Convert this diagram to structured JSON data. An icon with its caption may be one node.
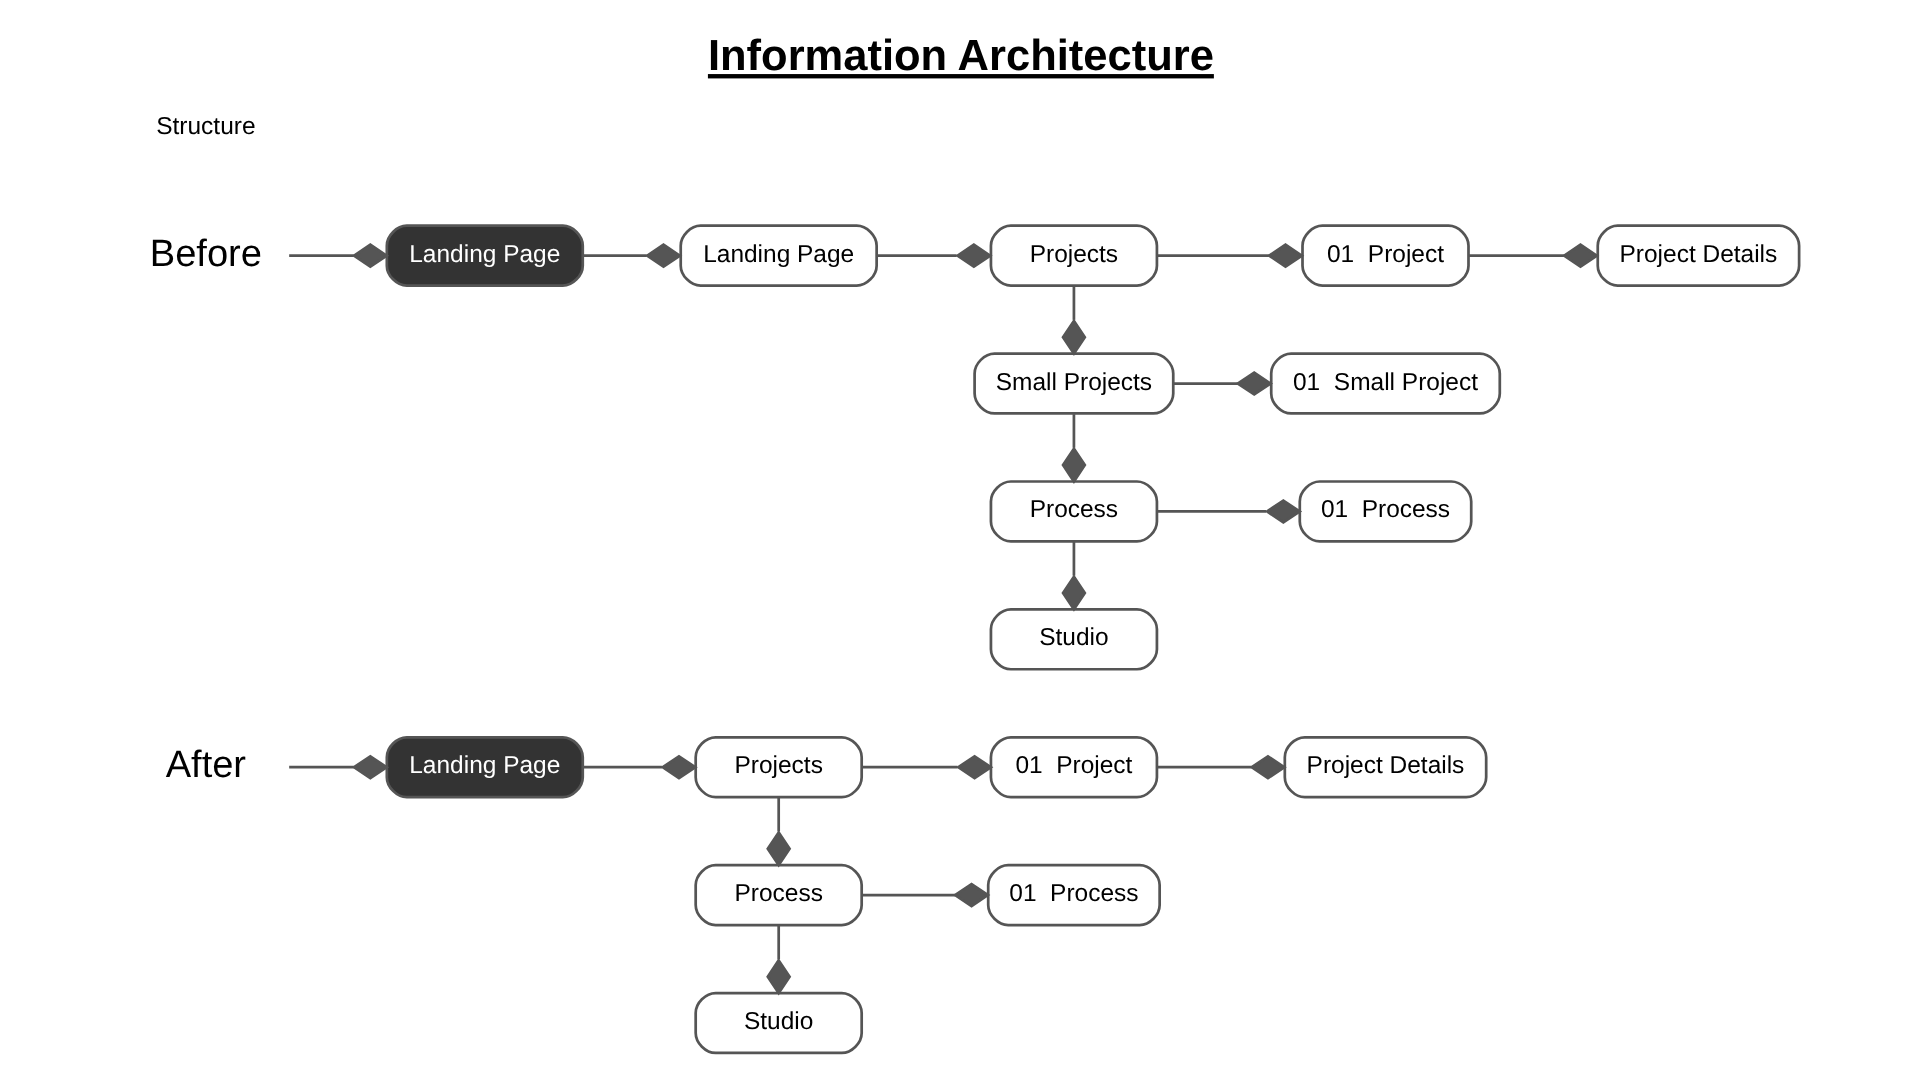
{
  "diagram": {
    "title": "Information Architecture",
    "nodes": [
      {
        "text": [
          "Before"
        ]
      },
      {
        "text": [
          "Landing Page"
        ]
      },
      {
        "text": [
          "Landing Page"
        ]
      },
      {
        "text": [
          "Projects"
        ]
      },
      {
        "text": [
          "01  Project"
        ]
      },
      {
        "text": [
          "Project Details"
        ]
      },
      {
        "text": [
          "Small Projects"
        ]
      },
      {
        "text": [
          "01  Small Project"
        ]
      },
      {
        "text": [
          "Process"
        ]
      },
      {
        "text": [
          "01  Process"
        ]
      },
      {
        "text": [
          "Studio"
        ]
      },
      {
        "text": [
          "After"
        ]
      },
      {
        "text": [
          "Landing Page"
        ]
      },
      {
        "text": [
          "Projects"
        ]
      },
      {
        "text": [
          "01  Project"
        ]
      },
      {
        "text": [
          "Project Details"
        ]
      },
      {
        "text": [
          "Process"
        ]
      },
      {
        "text": [
          "01  Process"
        ]
      },
      {
        "text": [
          "Studio"
        ]
      }
    ],
    "edges": [
      {
        "from": 0,
        "to": 1,
        "arrow": "other"
      },
      {
        "from": 1,
        "to": 2,
        "arrow": "other"
      },
      {
        "from": 2,
        "to": 3,
        "arrow": "other"
      },
      {
        "from": 3,
        "to": 4,
        "arrow": "other"
      },
      {
        "from": 4,
        "to": 5,
        "arrow": "other"
      },
      {
        "from": 3,
        "to": 6,
        "arrow": "other"
      },
      {
        "from": 6,
        "to": 7,
        "arrow": "other"
      },
      {
        "from": 6,
        "to": 8,
        "arrow": "other"
      },
      {
        "from": 8,
        "to": 9,
        "arrow": "other"
      },
      {
        "from": 8,
        "to": 10,
        "arrow": "other"
      },
      {
        "from": 11,
        "to": 12,
        "arrow": "other"
      },
      {
        "from": 12,
        "to": 13,
        "arrow": "other"
      },
      {
        "from": 13,
        "to": 14,
        "arrow": "other"
      },
      {
        "from": 14,
        "to": 15,
        "arrow": "other"
      },
      {
        "from": 13,
        "to": 16,
        "arrow": "other"
      },
      {
        "from": 16,
        "to": 17,
        "arrow": "other"
      },
      {
        "from": 16,
        "to": 18,
        "arrow": "other"
      }
    ],
    "labels": [
      "Structure"
    ]
  }
}
